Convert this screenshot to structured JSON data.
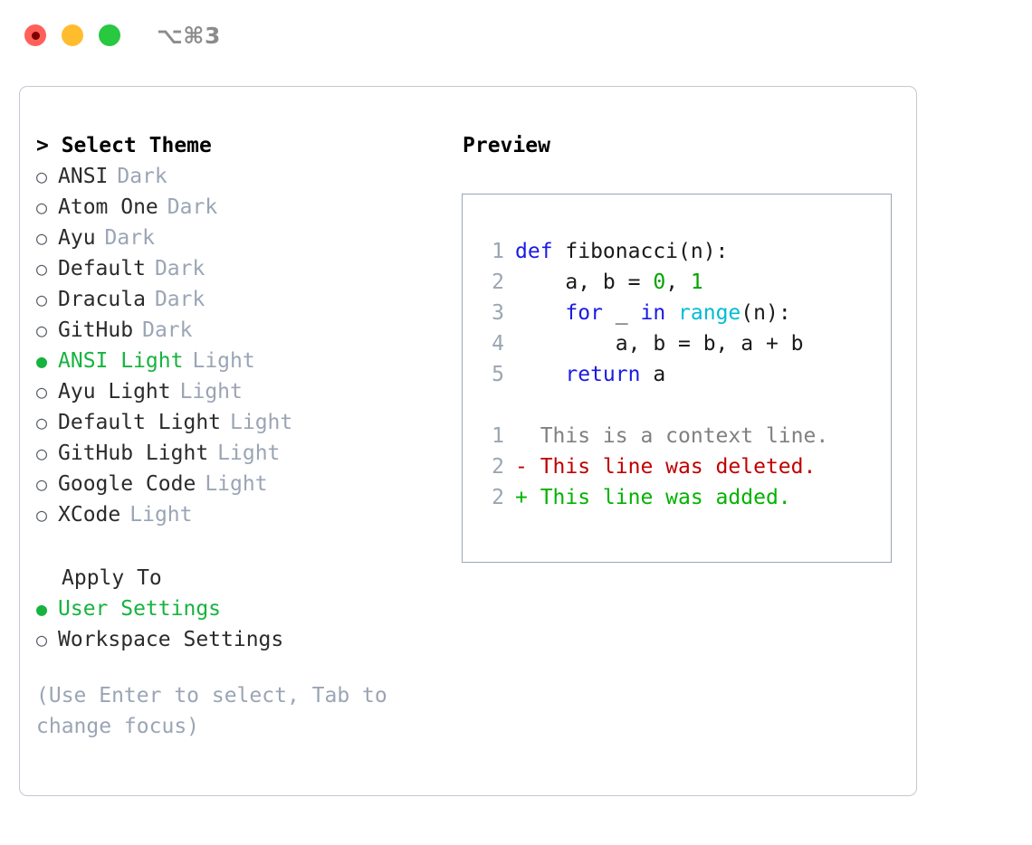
{
  "titlebar": {
    "shortcut": "⌥⌘3",
    "dots": [
      "close-dot",
      "minimize-dot",
      "maximize-dot"
    ]
  },
  "theme_picker": {
    "header": "> Select Theme",
    "options": [
      {
        "marker": "○",
        "label": "ANSI",
        "tag": "Dark",
        "selected": false
      },
      {
        "marker": "○",
        "label": "Atom One",
        "tag": "Dark",
        "selected": false
      },
      {
        "marker": "○",
        "label": "Ayu",
        "tag": "Dark",
        "selected": false
      },
      {
        "marker": "○",
        "label": "Default",
        "tag": "Dark",
        "selected": false
      },
      {
        "marker": "○",
        "label": "Dracula",
        "tag": "Dark",
        "selected": false
      },
      {
        "marker": "○",
        "label": "GitHub",
        "tag": "Dark",
        "selected": false
      },
      {
        "marker": "●",
        "label": "ANSI Light",
        "tag": "Light",
        "selected": true
      },
      {
        "marker": "○",
        "label": "Ayu Light",
        "tag": "Light",
        "selected": false
      },
      {
        "marker": "○",
        "label": "Default Light",
        "tag": "Light",
        "selected": false
      },
      {
        "marker": "○",
        "label": "GitHub Light",
        "tag": "Light",
        "selected": false
      },
      {
        "marker": "○",
        "label": "Google Code",
        "tag": "Light",
        "selected": false
      },
      {
        "marker": "○",
        "label": "XCode",
        "tag": "Light",
        "selected": false
      }
    ]
  },
  "apply_to": {
    "header": "Apply To",
    "options": [
      {
        "marker": "●",
        "label": "User Settings",
        "selected": true
      },
      {
        "marker": "○",
        "label": "Workspace Settings",
        "selected": false
      }
    ]
  },
  "hint": "(Use Enter to select, Tab to change focus)",
  "preview": {
    "header": "Preview",
    "code_lines": [
      {
        "no": "1",
        "tokens": [
          {
            "t": "def ",
            "c": "kw"
          },
          {
            "t": "fibonacci(n):",
            "c": "txt"
          }
        ]
      },
      {
        "no": "2",
        "tokens": [
          {
            "t": "    a, b = ",
            "c": "txt"
          },
          {
            "t": "0",
            "c": "num"
          },
          {
            "t": ", ",
            "c": "txt"
          },
          {
            "t": "1",
            "c": "num"
          }
        ]
      },
      {
        "no": "3",
        "tokens": [
          {
            "t": "    ",
            "c": "txt"
          },
          {
            "t": "for",
            "c": "kw"
          },
          {
            "t": " _ ",
            "c": "txt"
          },
          {
            "t": "in",
            "c": "kw"
          },
          {
            "t": " ",
            "c": "txt"
          },
          {
            "t": "range",
            "c": "fn"
          },
          {
            "t": "(n):",
            "c": "txt"
          }
        ]
      },
      {
        "no": "4",
        "tokens": [
          {
            "t": "        a, b = b, a + b",
            "c": "txt"
          }
        ]
      },
      {
        "no": "5",
        "tokens": [
          {
            "t": "    ",
            "c": "txt"
          },
          {
            "t": "return",
            "c": "kw"
          },
          {
            "t": " a",
            "c": "txt"
          }
        ]
      }
    ],
    "diff_lines": [
      {
        "no": "1",
        "text": "  This is a context line.",
        "kind": "ctx"
      },
      {
        "no": "2",
        "text": "- This line was deleted.",
        "kind": "del"
      },
      {
        "no": "2",
        "text": "+ This line was added.",
        "kind": "add"
      }
    ]
  },
  "colors": {
    "accent_green": "#16b33f",
    "tag_gray": "#9aa5b5",
    "keyword_blue": "#1a1ae6",
    "number_green": "#00a300",
    "function_cyan": "#00bcd4",
    "diff_deleted": "#c00000",
    "diff_added": "#00b300",
    "panel_border": "#9aa5b2",
    "card_border": "#c2c9d2"
  }
}
